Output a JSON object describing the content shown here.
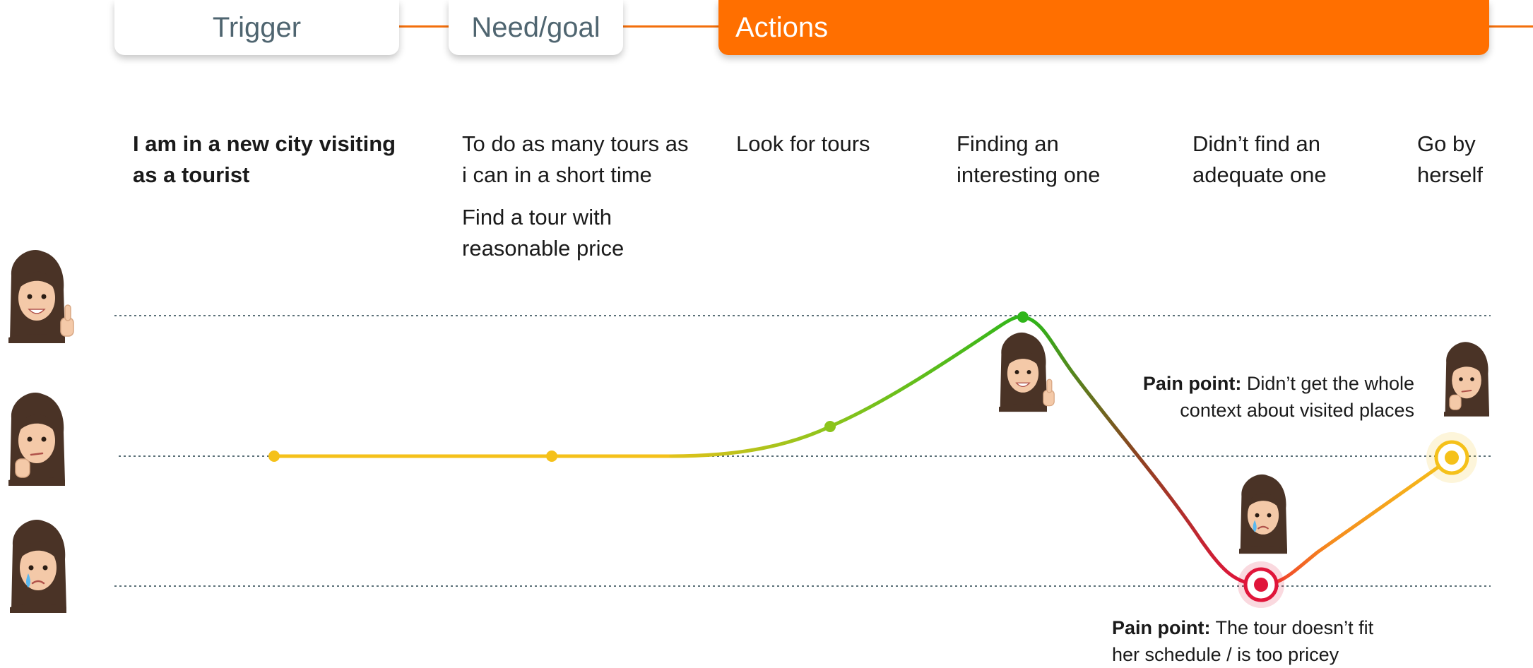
{
  "stages": {
    "trigger": "Trigger",
    "need_goal": "Need/goal",
    "actions": "Actions"
  },
  "steps": [
    {
      "line1": "I am in a new city visiting",
      "line2": "as a tourist"
    },
    {
      "line1": "To do as many tours as",
      "line2": "i can in a short time"
    },
    {
      "line1": "Find a tour with",
      "line2": "reasonable price"
    },
    {
      "line1": "Look for tours",
      "line2": ""
    },
    {
      "line1": "Finding an",
      "line2": "interesting one"
    },
    {
      "line1": "Didn’t find an",
      "line2": "adequate one"
    },
    {
      "line1": "Go by",
      "line2": "herself"
    }
  ],
  "pain_points": [
    {
      "label": "Pain point:",
      "line1": "Didn’t get the whole",
      "line2": "context about visited places"
    },
    {
      "label": "Pain point:",
      "line1": "The tour doesn’t fit",
      "line2": "her schedule / is too pricey"
    }
  ],
  "emotion_levels": [
    "positive",
    "neutral",
    "negative"
  ],
  "journey_points": [
    {
      "step": "I am in a new city visiting as a tourist",
      "emotion": "neutral"
    },
    {
      "step": "To do as many tours as i can in a short time",
      "emotion": "neutral"
    },
    {
      "step": "Look for tours",
      "emotion": "slightly positive"
    },
    {
      "step": "Finding an interesting one",
      "emotion": "positive"
    },
    {
      "step": "Didn’t find an adequate one",
      "emotion": "negative"
    },
    {
      "step": "Go by herself",
      "emotion": "neutral"
    }
  ],
  "colors": {
    "accent": "#ff6f00",
    "stage_text": "#4f6570",
    "neutral": "#f5c11a",
    "positive": "#2fb51a",
    "negative": "#e0153a",
    "guide_line": "#5b7078"
  }
}
